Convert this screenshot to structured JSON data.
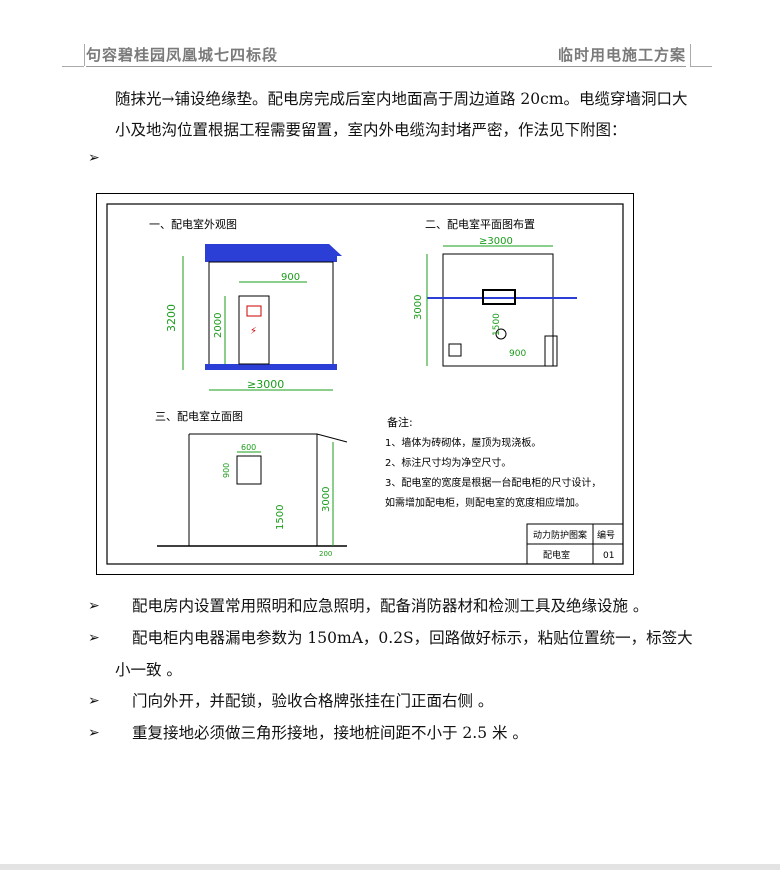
{
  "header": {
    "left": "句容碧桂园凤凰城七四标段",
    "right": "临时用电施工方案"
  },
  "intro": {
    "line1": "随抹光→铺设绝缘垫。配电房完成后室内地面高于周边道路 20cm。电缆穿墙洞口大",
    "line2": "小及地沟位置根据工程需要留置，室内外电缆沟封堵严密，作法见下附图："
  },
  "bullet_glyph": "➢",
  "drawing": {
    "section1_title": "一、配电室外观图",
    "section2_title": "二、配电室平面图布置",
    "section3_title": "三、配电室立面图",
    "dim_3200": "3200",
    "dim_2000": "2000",
    "dim_900": "900",
    "dim_3000_width": "≥3000",
    "dim_3000_plan_top": "≥3000",
    "dim_3000_plan_left": "3000",
    "dim_1500_plan": "1500",
    "dim_900_plan": "900",
    "dim_600": "600",
    "dim_900_elev": "900",
    "dim_1500_elev": "1500",
    "dim_3000_elev": "3000",
    "dim_200": "200",
    "notes_title": "备注:",
    "notes": [
      "1、墙体为砖砌体，屋顶为现浇板。",
      "2、标注尺寸均为净空尺寸。",
      "3、配电室的宽度是根据一台配电柜的尺寸设计，",
      "   如需增加配电柜，则配电室的宽度相应增加。"
    ],
    "title_block": {
      "name_label": "动力防护图案",
      "number_label": "编号",
      "name_value": "配电室",
      "number_value": "01"
    }
  },
  "bullets": [
    {
      "text": "配电房内设置常用照明和应急照明，配备消防器材和检测工具及绝缘设施 。"
    },
    {
      "text": "配电柜内电器漏电参数为 150mA，0.2S，回路做好标示，粘贴位置统一，标签大",
      "cont": "小一致  。"
    },
    {
      "text": "门向外开，并配锁，验收合格牌张挂在门正面右侧  。"
    },
    {
      "text": "重复接地必须做三角形接地，接地桩间距不小于 2.5 米  。"
    }
  ],
  "colors": {
    "roof_blue": "#2b3fd6",
    "dim_green": "#1a9c1a",
    "header_gray": "#7a7a7a"
  }
}
